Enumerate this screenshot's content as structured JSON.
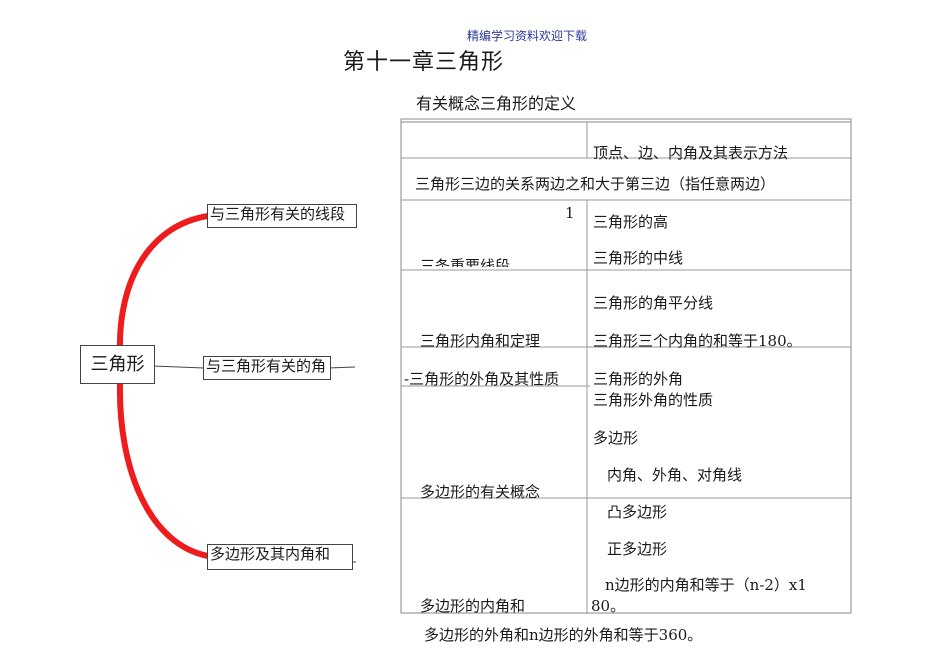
{
  "header_note": "精编学习资料欢迎下载",
  "title": "第十一章三角形",
  "caption": "有关概念三角形的定义",
  "mindmap": {
    "root": "三角形",
    "branches": [
      "与三角形有关的线段",
      "与三角形有关的角",
      "多边形及其内角和"
    ],
    "branch_color": "#ee1c1c"
  },
  "table": {
    "left": {
      "row1": "三角形三边的关系两边之和大于第三边（指任意两边）",
      "num": "1",
      "three_lines": "三条重要线段",
      "angle_sum": "三角形内角和定理",
      "ext_angle": "-三角形的外角及其性质",
      "poly_concepts": "多边形的有关概念",
      "poly_sum": "多边形的内角和"
    },
    "right": [
      "顶点、边、内角及其表示方法",
      "三角形的高",
      "三角形的中线",
      "三角形的角平分线",
      "三角形三个内角的和等于180。",
      "三角形的外角",
      "三角形外角的性质",
      "多边形",
      "内角、外角、对角线",
      "凸多边形",
      "正多边形",
      "n边形的内角和等于（n-2）x1",
      "80。"
    ]
  },
  "footer": "多边形的外角和n边形的外角和等于360。"
}
